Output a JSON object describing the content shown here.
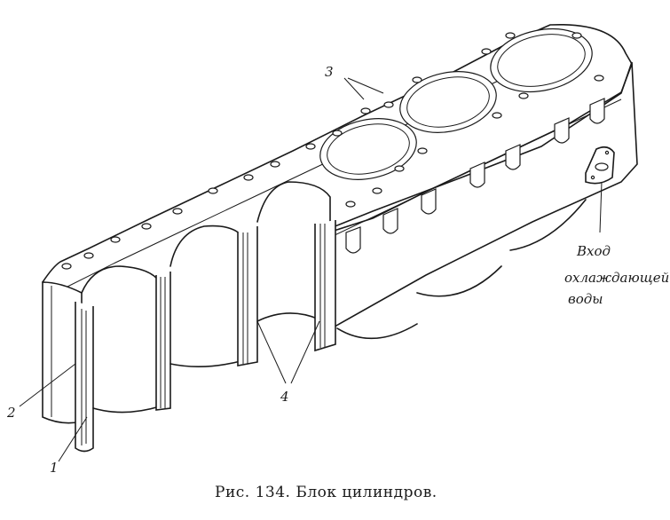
{
  "figure": {
    "caption": "Рис. 134. Блок цилиндров.",
    "labels": {
      "l1": "1",
      "l2": "2",
      "l3": "3",
      "l4": "4",
      "inlet_line1": "Вход",
      "inlet_line2": "охлаждающей",
      "inlet_line3": "воды"
    }
  }
}
